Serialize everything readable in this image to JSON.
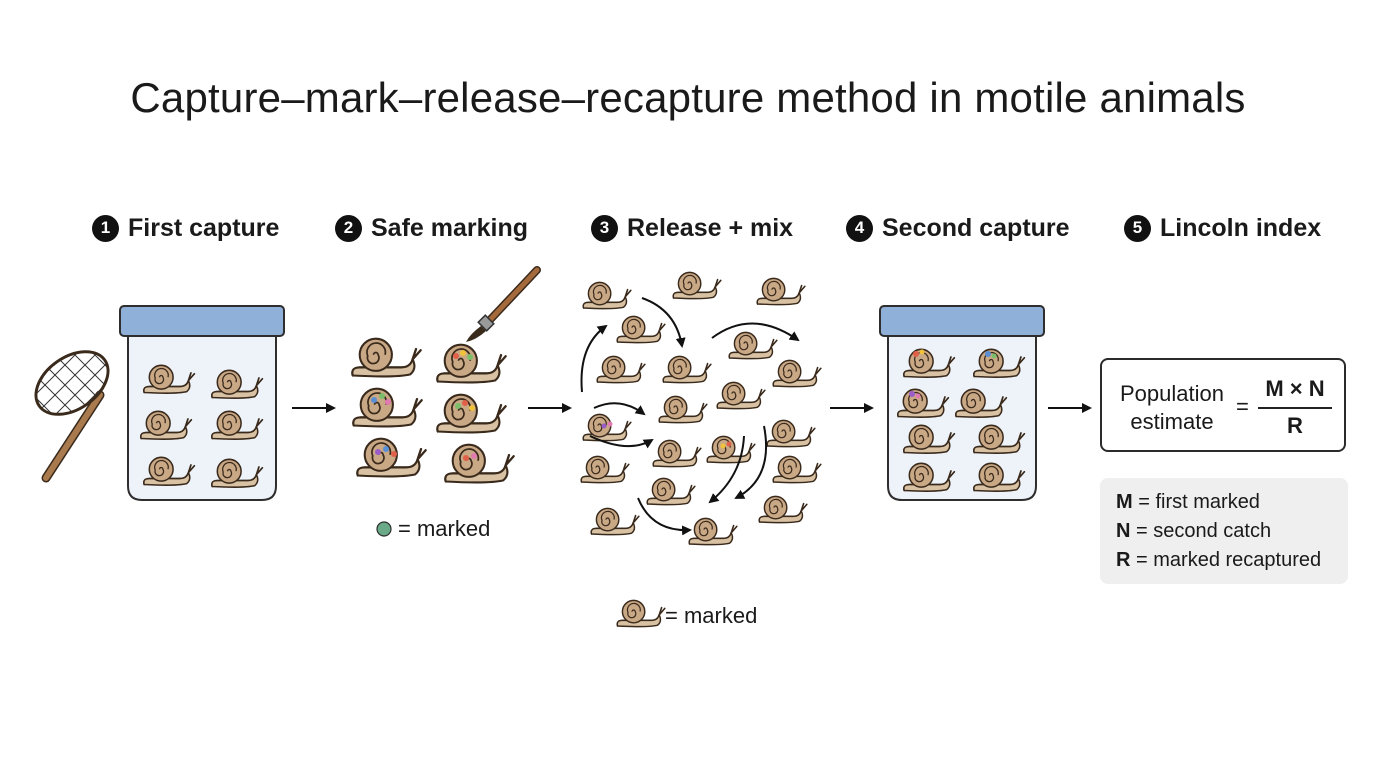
{
  "title": "Capture–mark–release–recapture method in motile animals",
  "steps": [
    {
      "num": "1",
      "label": "First capture"
    },
    {
      "num": "2",
      "label": "Safe marking"
    },
    {
      "num": "3",
      "label": "Release + mix"
    },
    {
      "num": "4",
      "label": "Second capture"
    },
    {
      "num": "5",
      "label": "Lincoln index"
    }
  ],
  "legends": {
    "dot": "= marked",
    "snail": "= marked"
  },
  "formula": {
    "label_line1": "Population",
    "label_line2": "estimate",
    "equals": "=",
    "numerator": "M × N",
    "denominator": "R"
  },
  "definitions": [
    {
      "symbol": "M",
      "text": "= first marked"
    },
    {
      "symbol": "N",
      "text": "= second catch"
    },
    {
      "symbol": "R",
      "text": "= marked recaptured"
    }
  ],
  "colors": {
    "jar_lid": "#8fb0d8",
    "jar_glass": "#eef3f9",
    "snail_body": "#d8c2a3",
    "snail_shell": "#c9a886",
    "snail_outline": "#3a2a1c",
    "mark_colors": [
      "#e0604a",
      "#f0c23a",
      "#7bbf6a",
      "#5a8fd6",
      "#9a5cc8",
      "#e07ab0"
    ],
    "legend_dot": "#6aaa88",
    "brush_handle": "#a56a3c",
    "net_handle": "#a87a4e"
  },
  "icons": [
    "net-icon",
    "jar-icon",
    "snail-icon",
    "paintbrush-icon",
    "arrow-icon"
  ]
}
